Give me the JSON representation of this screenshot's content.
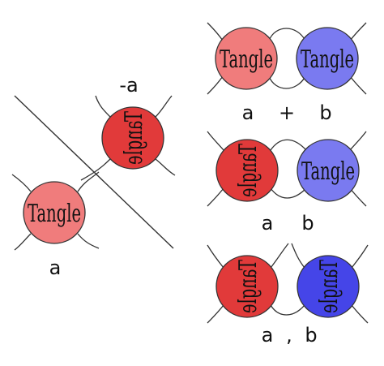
{
  "tangle_text": "Tangle",
  "labels": {
    "left_lower": "a",
    "left_upper": "-a",
    "sum_a": "a",
    "sum_op": "+",
    "sum_b": "b",
    "product_a": "a",
    "product_b": "b",
    "comma_a": "a",
    "comma_op": ",",
    "comma_b": "b"
  },
  "colors": {
    "light_red": "#f07c7c",
    "red": "#e13a3a",
    "light_blue": "#7a7af0",
    "blue": "#4545e8"
  }
}
